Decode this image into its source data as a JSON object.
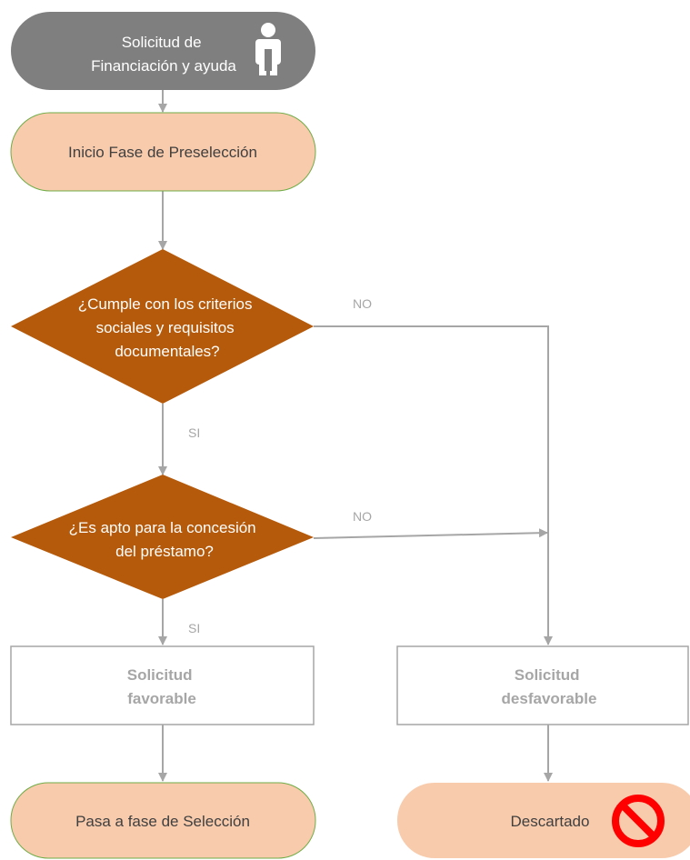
{
  "nodes": {
    "start": {
      "lines": [
        "Solicitud de",
        "Financiación y ayuda"
      ]
    },
    "inicio": {
      "label": "Inicio Fase de Preselección"
    },
    "decision1": {
      "lines": [
        "¿Cumple con los criterios",
        "sociales y requisitos",
        "documentales?"
      ]
    },
    "decision2": {
      "lines": [
        "¿Es apto para la concesión",
        "del préstamo?"
      ]
    },
    "favorable": {
      "lines": [
        "Solicitud",
        "favorable"
      ]
    },
    "desfavorable": {
      "lines": [
        "Solicitud",
        "desfavorable"
      ]
    },
    "seleccion": {
      "label": "Pasa a fase de Selección"
    },
    "descartado": {
      "label": "Descartado"
    }
  },
  "edges": {
    "d1_no": "NO",
    "d1_si": "SI",
    "d2_no": "NO",
    "d2_si": "SI"
  },
  "icons": {
    "start": "person-icon",
    "descartado": "prohibited-icon"
  },
  "colors": {
    "start_fill": "#7f7f7f",
    "terminal_fill": "#f8cbad",
    "terminal_stroke": "#70ad47",
    "decision_fill": "#b5590a",
    "connector": "#a6a6a6",
    "prohibited": "#ff0000"
  }
}
